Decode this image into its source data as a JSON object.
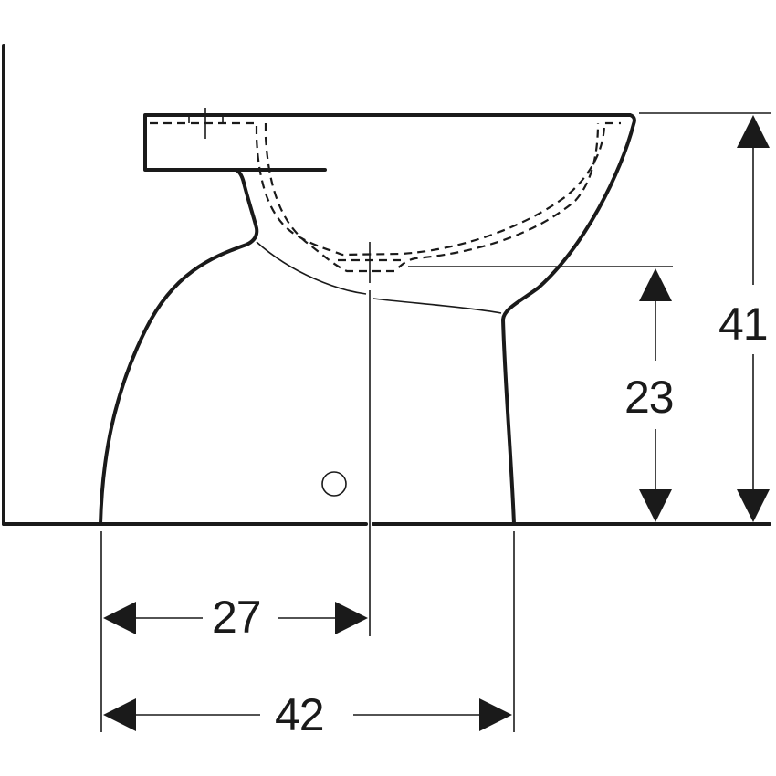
{
  "drawing": {
    "title": "Floor-standing WC side elevation dimension drawing",
    "stroke_color": "#1a1a1a",
    "background_color": "#ffffff",
    "dimensions": {
      "total_height": {
        "value": "41",
        "orientation": "vertical"
      },
      "outlet_height": {
        "value": "23",
        "orientation": "vertical"
      },
      "outlet_distance_from_back": {
        "value": "27",
        "orientation": "horizontal"
      },
      "base_depth": {
        "value": "42",
        "orientation": "horizontal"
      }
    }
  }
}
